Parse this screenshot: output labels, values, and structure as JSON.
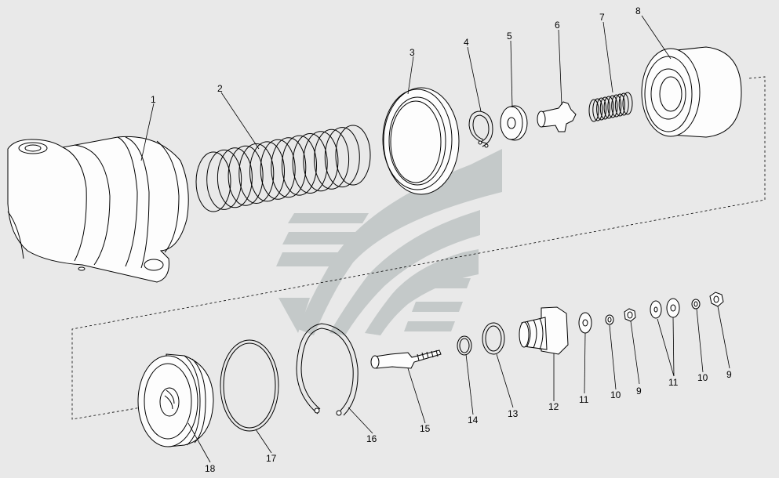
{
  "labels": [
    {
      "id": "1",
      "text": "1"
    },
    {
      "id": "2",
      "text": "2"
    },
    {
      "id": "3",
      "text": "3"
    },
    {
      "id": "4",
      "text": "4"
    },
    {
      "id": "5",
      "text": "5"
    },
    {
      "id": "6",
      "text": "6"
    },
    {
      "id": "7",
      "text": "7"
    },
    {
      "id": "8",
      "text": "8"
    },
    {
      "id": "9a",
      "text": "9"
    },
    {
      "id": "9b",
      "text": "9"
    },
    {
      "id": "10a",
      "text": "10"
    },
    {
      "id": "10b",
      "text": "10"
    },
    {
      "id": "11a",
      "text": "11"
    },
    {
      "id": "11b",
      "text": "11"
    },
    {
      "id": "12",
      "text": "12"
    },
    {
      "id": "13",
      "text": "13"
    },
    {
      "id": "14",
      "text": "14"
    },
    {
      "id": "15",
      "text": "15"
    },
    {
      "id": "16",
      "text": "16"
    },
    {
      "id": "17",
      "text": "17"
    },
    {
      "id": "18",
      "text": "18"
    }
  ],
  "colors": {
    "background": "#e9e9e9",
    "watermark": "#c4c9c9",
    "part_fill": "#fdfdfd",
    "line": "#000000"
  },
  "watermark": "manufacturer-logo"
}
